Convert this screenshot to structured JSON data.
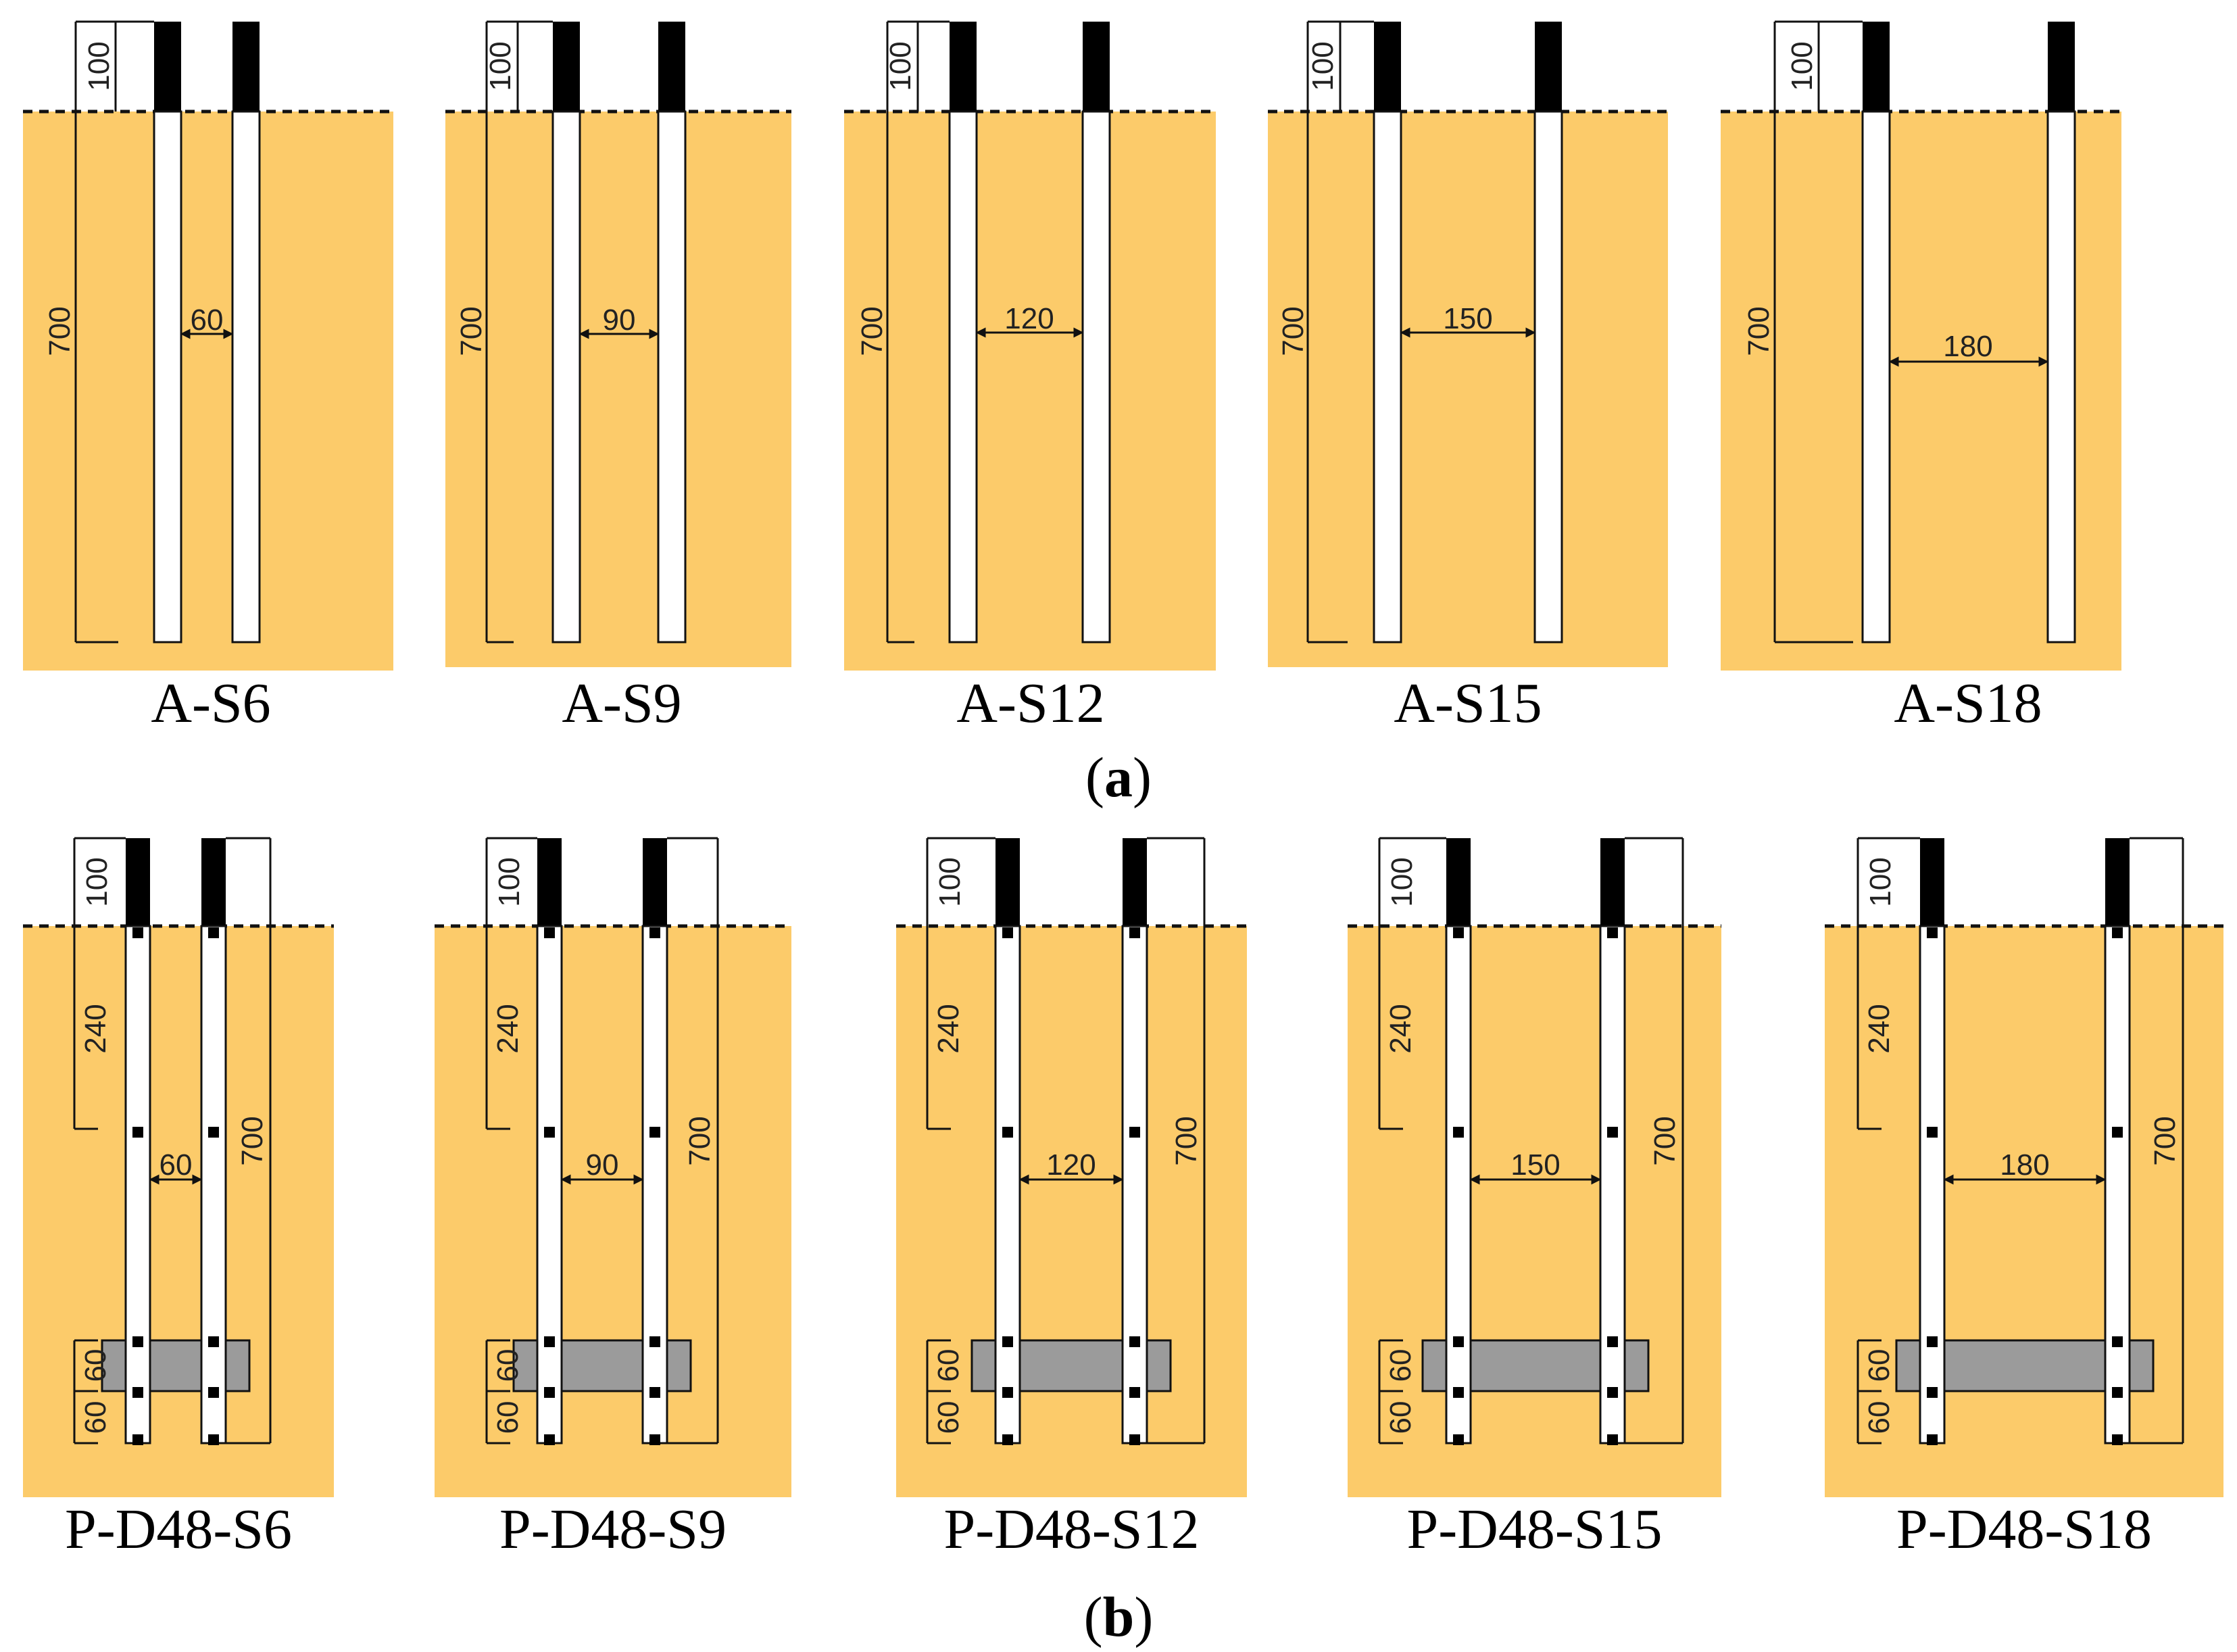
{
  "figure": {
    "colors": {
      "soil": "#FCCB6A",
      "pile": "#FFFFFF",
      "pile_head": "#000000",
      "anchor_plate": "#9B9B9B",
      "line": "#111111"
    },
    "row_a": {
      "label_open": "(",
      "label_letter": "a",
      "label_close": ")",
      "common": {
        "embed_top": "100",
        "length": "700"
      },
      "panels": [
        {
          "name": "A-S6",
          "spacing": "60"
        },
        {
          "name": "A-S9",
          "spacing": "90"
        },
        {
          "name": "A-S12",
          "spacing": "120"
        },
        {
          "name": "A-S15",
          "spacing": "150"
        },
        {
          "name": "A-S18",
          "spacing": "180"
        }
      ]
    },
    "row_b": {
      "label_open": "(",
      "label_letter": "b",
      "label_close": ")",
      "common": {
        "embed_top": "100",
        "depth_240": "240",
        "length": "700",
        "plate_60_a": "60",
        "plate_60_b": "60"
      },
      "panels": [
        {
          "name": "P-D48-S6",
          "spacing": "60"
        },
        {
          "name": "P-D48-S9",
          "spacing": "90"
        },
        {
          "name": "P-D48-S12",
          "spacing": "120"
        },
        {
          "name": "P-D48-S15",
          "spacing": "150"
        },
        {
          "name": "P-D48-S18",
          "spacing": "180"
        }
      ]
    }
  }
}
